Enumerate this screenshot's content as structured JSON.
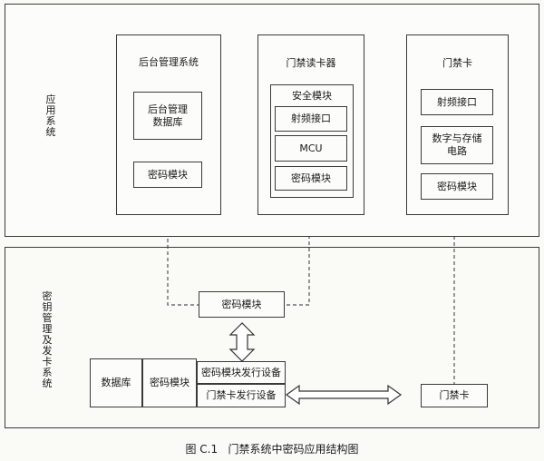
{
  "top_region": {
    "label": "应用系统"
  },
  "backend": {
    "title": "后台管理系统",
    "db": "后台管理\n数据库",
    "crypto": "密码模块"
  },
  "reader": {
    "title": "门禁读卡器",
    "secure_module": "安全模块",
    "rf": "射频接口",
    "mcu": "MCU",
    "crypto": "密码模块"
  },
  "card": {
    "title": "门禁卡",
    "rf": "射频接口",
    "digital": "数字与存储\n电路",
    "crypto": "密码模块"
  },
  "bottom_region": {
    "label": "密钥管理及发卡系统",
    "crypto_center": "密码模块",
    "database": "数据库",
    "crypto_left": "密码模块",
    "issuer_module": "密码模块发行设备",
    "issuer_card": "门禁卡发行设备",
    "card": "门禁卡"
  },
  "caption": "图 C.1   门禁系统中密码应用结构图"
}
